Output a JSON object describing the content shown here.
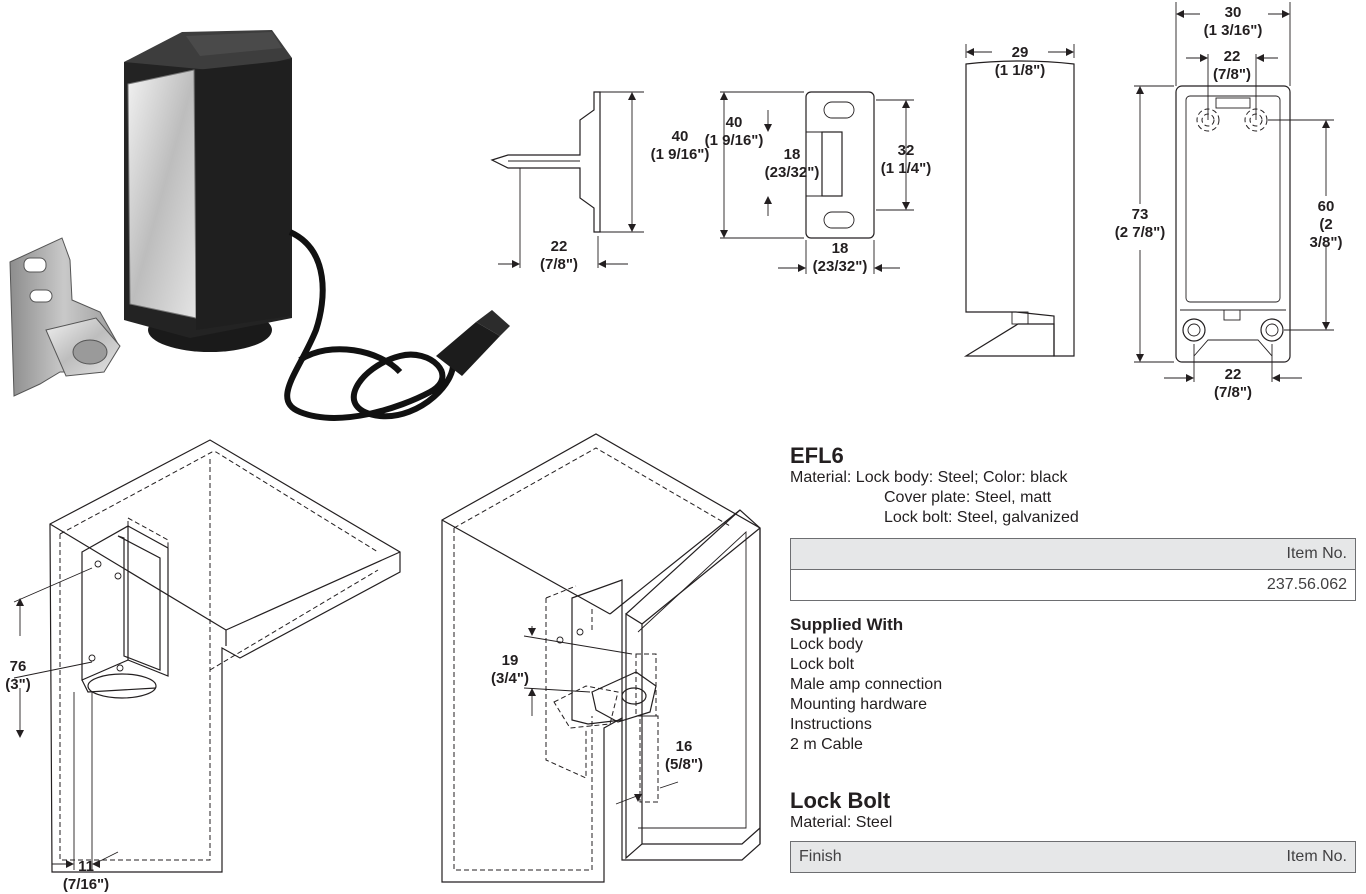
{
  "product": {
    "name": "EFL6",
    "material_lines": [
      "Material: Lock body: Steel; Color: black",
      "Cover plate: Steel, matt",
      "Lock bolt: Steel, galvanized"
    ],
    "table": {
      "header": [
        "",
        "Item No."
      ],
      "rows": [
        [
          "",
          "237.56.062"
        ]
      ]
    }
  },
  "supplied_with": {
    "title": "Supplied With",
    "items": [
      "Lock body",
      "Lock bolt",
      "Male amp connection",
      "Mounting hardware",
      "Instructions",
      "2 m Cable"
    ]
  },
  "lock_bolt": {
    "name": "Lock Bolt",
    "material": "Material: Steel",
    "table": {
      "header": [
        "Finish",
        "Item No."
      ]
    }
  },
  "dimensions": {
    "bolt_side_height": "40",
    "bolt_side_height_in": "(1 9/16\")",
    "bolt_side_depth": "22",
    "bolt_side_depth_in": "(7/8\")",
    "bolt_front_height": "40",
    "bolt_front_height_in": "(1 9/16\")",
    "bolt_slot": "18",
    "bolt_slot_in": "(23/32\")",
    "bolt_hole_spacing": "32",
    "bolt_hole_spacing_in": "(1 1/4\")",
    "bolt_width": "18",
    "bolt_width_in": "(23/32\")",
    "body_depth": "29",
    "body_depth_in": "(1 1/8\")",
    "body_width": "30",
    "body_width_in": "(1 3/16\")",
    "body_top_holes": "22",
    "body_top_holes_in": "(7/8\")",
    "body_height": "73",
    "body_height_in": "(2 7/8\")",
    "body_hole_spacing": "60",
    "body_hole_spacing_in": "(2 3/8\")",
    "body_bottom_holes": "22",
    "body_bottom_holes_in": "(7/8\")",
    "install_height": "76",
    "install_height_in": "(3\")",
    "install_offset": "11",
    "install_offset_in": "(7/16\")",
    "door_offset_v": "19",
    "door_offset_v_in": "(3/4\")",
    "door_offset_h": "16",
    "door_offset_h_in": "(5/8\")"
  }
}
